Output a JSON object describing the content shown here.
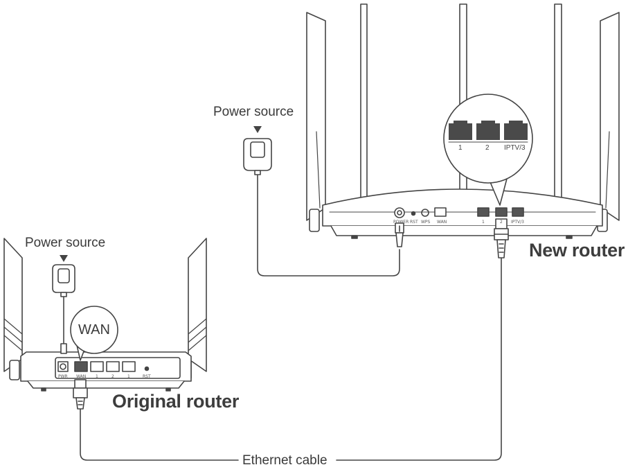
{
  "labels": {
    "power_source_new": "Power source",
    "power_source_original": "Power source",
    "new_router": "New router",
    "original_router": "Original router",
    "ethernet_cable": "Ethernet cable",
    "wan_callout": "WAN"
  },
  "new_router_ports": {
    "zoom_labels": [
      "1",
      "2",
      "IPTV/3"
    ],
    "panel_labels": [
      "POWER",
      "RST",
      "WPS",
      "WAN",
      "1",
      "2",
      "IPTV/3"
    ]
  },
  "original_router_ports": {
    "panel_labels": [
      "PWR",
      "WAN",
      "1",
      "2",
      "1",
      "RST"
    ]
  },
  "colors": {
    "line": "#444444",
    "fill": "#ffffff",
    "dark_port": "#4a4a4a"
  }
}
